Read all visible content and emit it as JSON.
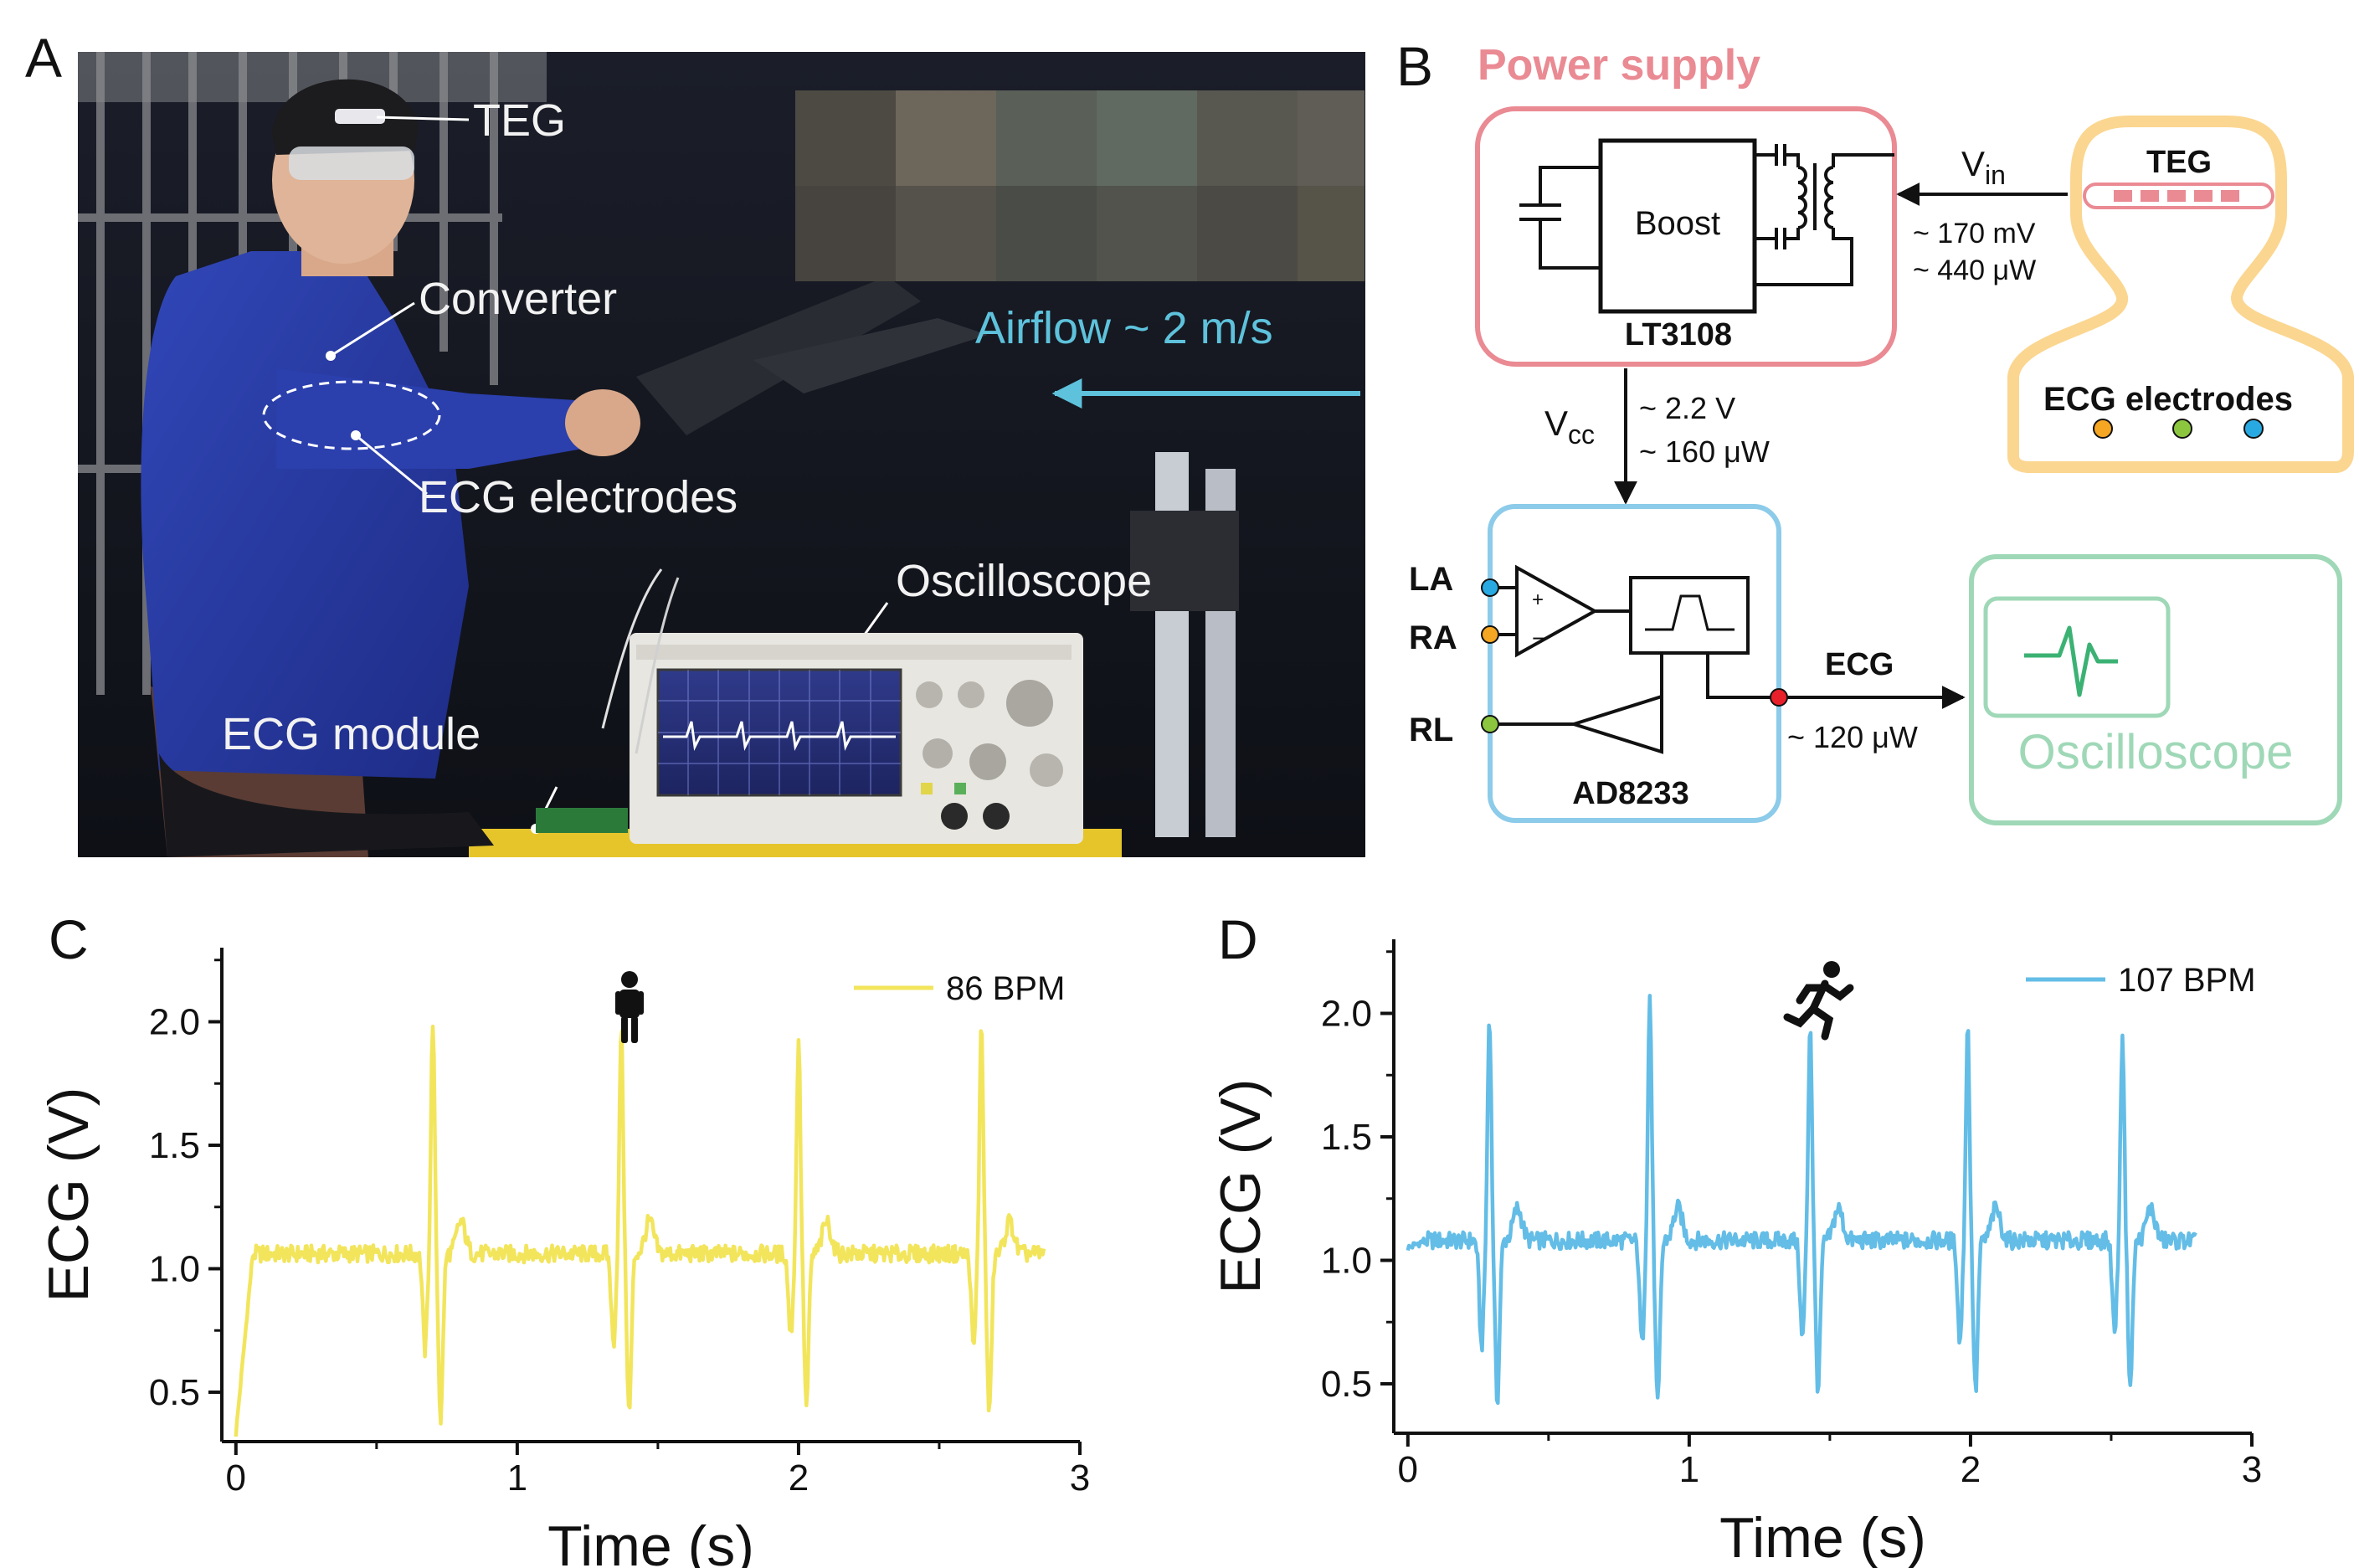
{
  "panels": {
    "a": {
      "letter": "A",
      "labels": {
        "teg": "TEG",
        "converter": "Converter",
        "ecg_electrodes": "ECG electrodes",
        "oscilloscope": "Oscilloscope",
        "ecg_module": "ECG module",
        "airflow": "Airflow ~ 2 m/s"
      }
    },
    "b": {
      "letter": "B",
      "power_supply": "Power supply",
      "boost": "Boost",
      "lt3108": "LT3108",
      "vin": "V",
      "vin_sub": "in",
      "vin_mv": "~ 170 mV",
      "vin_uw": "~ 440 μW",
      "teg": "TEG",
      "ecg_electrodes": "ECG electrodes",
      "vcc": "V",
      "vcc_sub": "cc",
      "vcc_v": "~ 2.2 V",
      "vcc_uw": "~ 160 μW",
      "la": "LA",
      "ra": "RA",
      "rl": "RL",
      "ad8233": "AD8233",
      "ecg": "ECG",
      "ecg_uw": "~ 120 μW",
      "oscilloscope": "Oscilloscope",
      "colors": {
        "power": "#ea8a93",
        "ecg_module": "#8ccbe9",
        "oscilloscope": "#9fd8b7",
        "teg_body": "#fbd690",
        "electrode_orange": "#f5a623",
        "electrode_green": "#8cc63f",
        "electrode_blue": "#29a9e1",
        "out_dot": "#e8202a"
      }
    },
    "c": {
      "letter": "C",
      "icon": "standing-person-icon"
    },
    "d": {
      "letter": "D",
      "icon": "running-person-icon"
    }
  },
  "chart_data": [
    {
      "type": "line",
      "panel": "C",
      "xlabel": "Time (s)",
      "ylabel": "ECG (V)",
      "xlim": [
        -0.05,
        3.0
      ],
      "ylim": [
        0.3,
        2.3
      ],
      "xticks": [
        0,
        1,
        2,
        3
      ],
      "yticks": [
        0.5,
        1.0,
        1.5,
        2.0
      ],
      "ytick_labels": [
        "0.5",
        "1.0",
        "1.5",
        "2.0"
      ],
      "grid": false,
      "legend_position": "top-right",
      "series": [
        {
          "name": "86 BPM",
          "color": "#f2e55c",
          "duration": 2.87,
          "baseline": 1.06,
          "start": 0.33,
          "beats": [
            {
              "t": 0.7,
              "peak": 2.01,
              "pre": 0.67,
              "trough": 0.39
            },
            {
              "t": 1.37,
              "peak": 1.98,
              "pre": 0.7,
              "trough": 0.41
            },
            {
              "t": 2.0,
              "peak": 1.94,
              "pre": 0.73,
              "trough": 0.44
            },
            {
              "t": 2.65,
              "peak": 2.01,
              "pre": 0.68,
              "trough": 0.41
            }
          ]
        }
      ]
    },
    {
      "type": "line",
      "panel": "D",
      "xlabel": "Time (s)",
      "ylabel": "ECG (V)",
      "xlim": [
        -0.05,
        3.0
      ],
      "ylim": [
        0.3,
        2.3
      ],
      "xticks": [
        0,
        1,
        2,
        3
      ],
      "yticks": [
        0.5,
        1.0,
        1.5,
        2.0
      ],
      "ytick_labels": [
        "0.5",
        "1.0",
        "1.5",
        "2.0"
      ],
      "grid": false,
      "legend_position": "top-right",
      "series": [
        {
          "name": "107 BPM",
          "color": "#63bde6",
          "duration": 2.8,
          "baseline": 1.08,
          "start": 1.05,
          "beats": [
            {
              "t": 0.29,
              "peak": 2.0,
              "pre": 0.65,
              "trough": 0.43
            },
            {
              "t": 0.86,
              "peak": 2.07,
              "pre": 0.66,
              "trough": 0.41
            },
            {
              "t": 1.43,
              "peak": 1.97,
              "pre": 0.68,
              "trough": 0.48
            },
            {
              "t": 1.99,
              "peak": 1.96,
              "pre": 0.67,
              "trough": 0.47
            },
            {
              "t": 2.54,
              "peak": 1.93,
              "pre": 0.71,
              "trough": 0.49
            }
          ]
        }
      ]
    }
  ]
}
